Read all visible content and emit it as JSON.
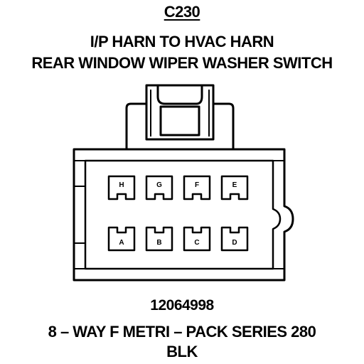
{
  "connector": {
    "id": "C230",
    "title_line1": "I/P HARN TO HVAC HARN",
    "title_line2": "REAR WINDOW WIPER WASHER SWITCH",
    "part_number": "12064998",
    "series": "8 – WAY F METRI – PACK SERIES 280",
    "color": "BLK"
  },
  "cavities": {
    "top_row": [
      "H",
      "G",
      "F",
      "E"
    ],
    "bottom_row": [
      "A",
      "B",
      "C",
      "D"
    ]
  },
  "colors": {
    "line": "#000000",
    "background": "#ffffff"
  }
}
